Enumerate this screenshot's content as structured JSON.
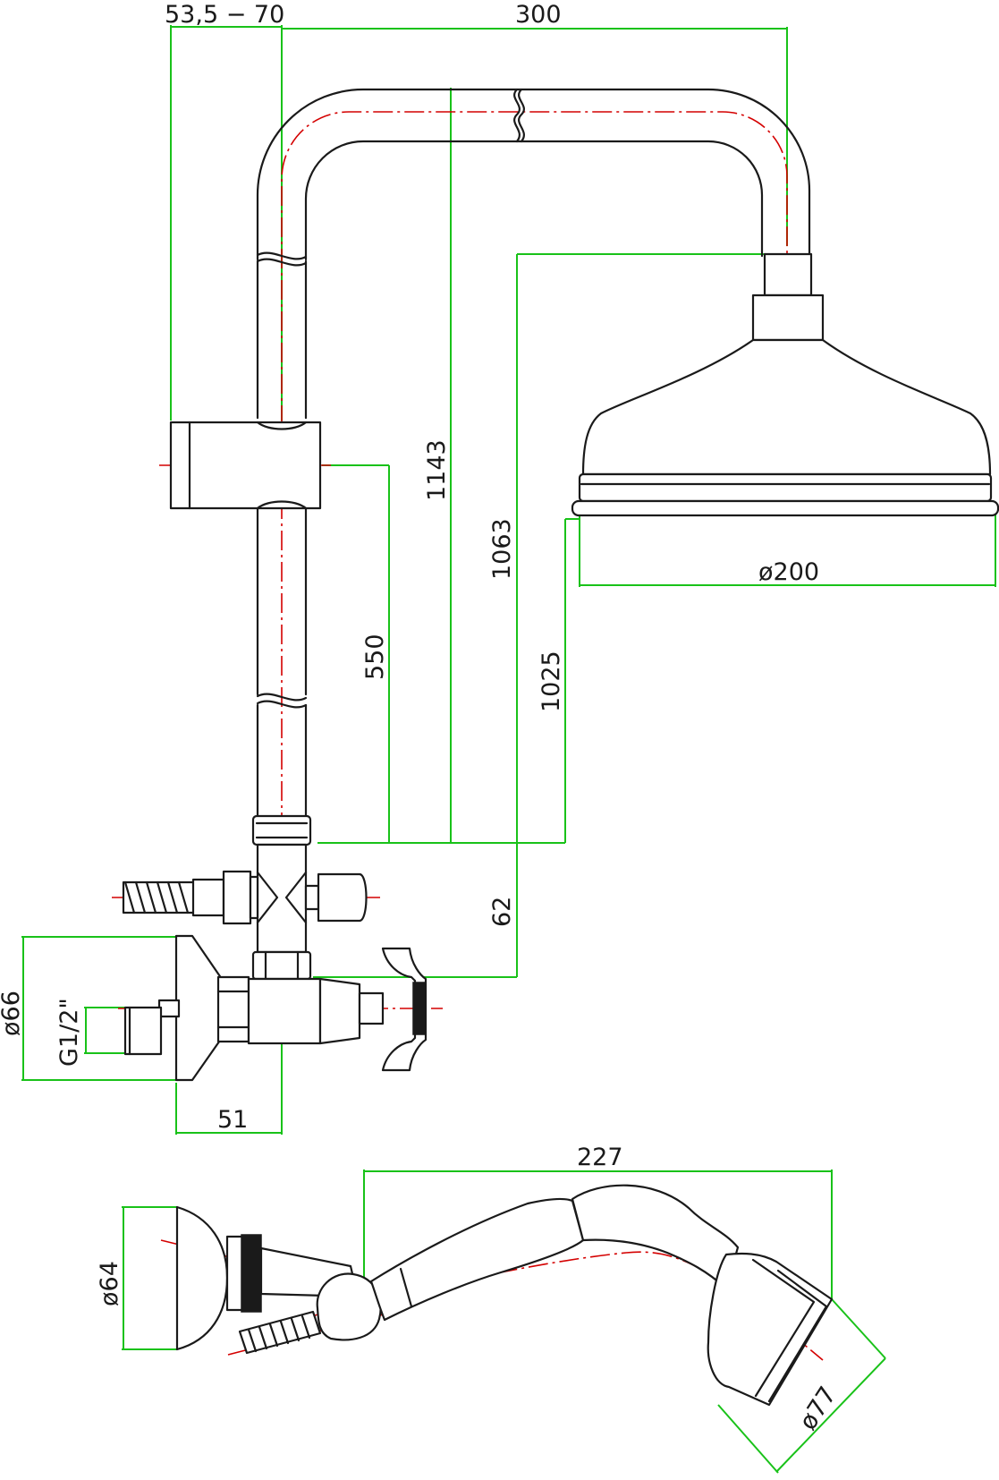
{
  "dimensions": {
    "wall_offset": "53,5 − 70",
    "arm_reach": "300",
    "riser_height": "1143",
    "head_height": "1063",
    "head_bottom_height": "1025",
    "slider_height": "550",
    "valve_to_riser": "62",
    "rose_diameter": "ø200",
    "flange_diameter": "ø66",
    "inlet_thread": "G1/2\"",
    "inlet_projection": "51",
    "handset_length": "227",
    "holder_diameter": "ø64",
    "handset_head_diameter": "ø77"
  },
  "colors": {
    "outline": "#1a1a1a",
    "dimension": "#19c219",
    "centerline": "#d40000"
  }
}
